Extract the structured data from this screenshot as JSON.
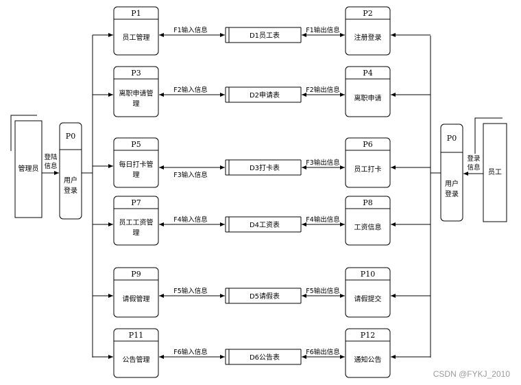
{
  "entities": {
    "admin": {
      "label": "管理员"
    },
    "employee": {
      "label": "员工"
    }
  },
  "login_left": {
    "id": "P0",
    "line1": "用户",
    "line2": "登录",
    "flow1": "登陆",
    "flow2": "信息"
  },
  "login_right": {
    "id": "P0",
    "line1": "用户",
    "line2": "登录",
    "flow1": "登录",
    "flow2": "信息"
  },
  "rows": [
    {
      "left": {
        "id": "P1",
        "line1": "员工管理",
        "line2": ""
      },
      "in_label": "F1输入信息",
      "store": "D1员工表",
      "out_label": "F1输出信息",
      "right": {
        "id": "P2",
        "line1": "注册登录",
        "line2": ""
      }
    },
    {
      "left": {
        "id": "P3",
        "line1": "离职申请管",
        "line2": "理"
      },
      "in_label": "F2输入信息",
      "store": "D2申请表",
      "out_label": "F2输出信息",
      "right": {
        "id": "P4",
        "line1": "离职申请",
        "line2": ""
      }
    },
    {
      "left": {
        "id": "P5",
        "line1": "每日打卡管",
        "line2": "理"
      },
      "in_label": "F3输入信息",
      "store": "D3打卡表",
      "out_label": "F3输出信息",
      "right": {
        "id": "P6",
        "line1": "员工打卡",
        "line2": ""
      }
    },
    {
      "left": {
        "id": "P7",
        "line1": "员工工资管",
        "line2": "理"
      },
      "in_label": "F4输入信息",
      "store": "D4工资表",
      "out_label": "F4输出信息",
      "right": {
        "id": "P8",
        "line1": "工资信息",
        "line2": ""
      }
    },
    {
      "left": {
        "id": "P9",
        "line1": "请假管理",
        "line2": ""
      },
      "in_label": "F5输入信息",
      "store": "D5请假表",
      "out_label": "F5输出信息",
      "right": {
        "id": "P10",
        "line1": "请假提交",
        "line2": ""
      }
    },
    {
      "left": {
        "id": "P11",
        "line1": "公告管理",
        "line2": ""
      },
      "in_label": "F6输入信息",
      "store": "D6公告表",
      "out_label": "F6输出信息",
      "right": {
        "id": "P12",
        "line1": "通知公告",
        "line2": ""
      }
    }
  ],
  "watermark": "CSDN @FYKJ_2010"
}
